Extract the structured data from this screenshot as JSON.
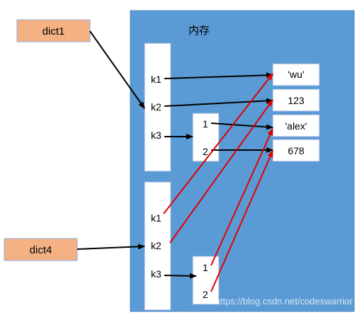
{
  "memory": {
    "title": "内存"
  },
  "dict1": {
    "label": "dict1"
  },
  "dict4": {
    "label": "dict4"
  },
  "dict1_keys": [
    "k1",
    "k2",
    "k3"
  ],
  "dict4_keys": [
    "k1",
    "k2",
    "k3"
  ],
  "list1_items": [
    "1",
    "2"
  ],
  "list2_items": [
    "1",
    "2"
  ],
  "values": [
    "'wu'",
    "123",
    "'alex'",
    "678"
  ],
  "watermark": "https://blog.csdn.net/codeswarrior",
  "colors": {
    "memory_bg": "#5b9bd5",
    "var_box": "#f4b183",
    "panel": "#ffffff",
    "dict1_arrow": "#000000",
    "dict4_arrow": "#e00000"
  }
}
